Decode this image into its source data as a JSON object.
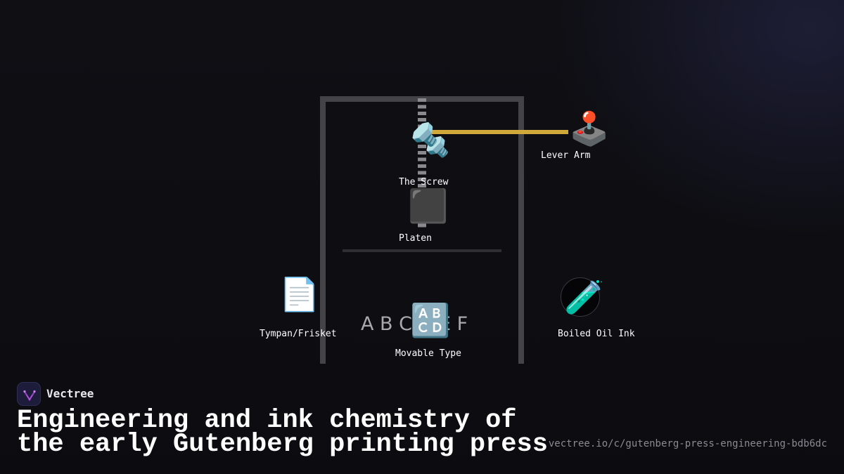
{
  "diagram": {
    "components": {
      "screw": {
        "icon": "🔩",
        "icon_name": "nut-and-bolt-icon",
        "label": "The Screw"
      },
      "lever": {
        "icon": "🕹️",
        "icon_name": "joystick-icon",
        "label": "Lever Arm"
      },
      "platen": {
        "icon": "⬛",
        "icon_name": "black-square-icon",
        "label": "Platen"
      },
      "tympan": {
        "icon": "📄",
        "icon_name": "page-icon",
        "label": "Tympan/Frisket"
      },
      "type": {
        "icon": "🔠",
        "icon_name": "uppercase-letters-icon",
        "label": "Movable Type",
        "letters": "A B C D E F"
      },
      "ink": {
        "icon": "🧪",
        "icon_name": "test-tube-icon",
        "label": "Boiled Oil Ink"
      }
    },
    "colors": {
      "frame": "#444448",
      "lever_bar": "#d1a93a",
      "screw_thread": "#8a8a8e",
      "background": "#0f0f14"
    }
  },
  "footer": {
    "brand": "Vectree",
    "headline_line1": "Engineering and ink chemistry of",
    "headline_line2": "the early Gutenberg printing press",
    "url": "vectree.io/c/gutenberg-press-engineering-bdb6dc"
  }
}
